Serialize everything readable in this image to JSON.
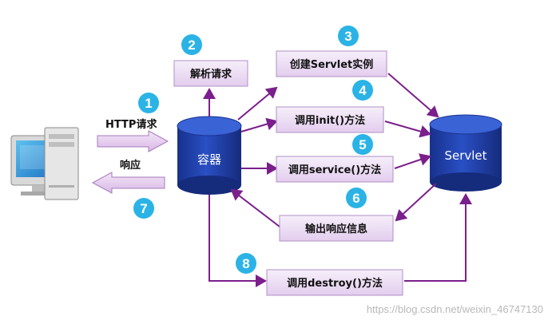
{
  "diagram": {
    "steps": {
      "s1": "1",
      "s2": "2",
      "s3": "3",
      "s4": "4",
      "s5": "5",
      "s6": "6",
      "s7": "7",
      "s8": "8"
    },
    "boxes": {
      "parse_request": "解析请求",
      "create_servlet": "创建Servlet实例",
      "call_init": "调用init()方法",
      "call_service": "调用service()方法",
      "output_response": "输出响应信息",
      "call_destroy": "调用destroy()方法"
    },
    "labels": {
      "http_request": "HTTP请求",
      "response": "响应"
    },
    "nodes": {
      "container": "容器",
      "servlet": "Servlet"
    },
    "watermark": "https://blog.csdn.net/weixin_46747130",
    "colors": {
      "arrow": "#7b1f8c",
      "box_fill": "#ecdcf3",
      "box_border": "#b090c4",
      "cylinder": "#1f3ea3",
      "step_circle": "#2bb3e6"
    }
  }
}
